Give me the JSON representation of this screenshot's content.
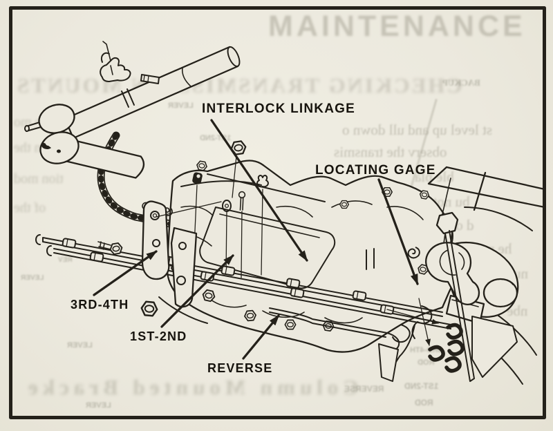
{
  "doc": {
    "colors": {
      "paper": "#ece9de",
      "ink": "#24211a",
      "bleed": "#a8a596"
    },
    "callouts": {
      "interlock_linkage": "INTERLOCK LINKAGE",
      "locating_gage": "LOCATING GAGE",
      "third_fourth": "3RD-4TH",
      "first_second": "1ST-2ND",
      "reverse": "REVERSE"
    },
    "bleedthrough": {
      "top_title": "MAINTENANCE",
      "section_heading": "CHECKING TRANSMISSION MOUNTS",
      "small_caption": "BACKUP",
      "bottom_heading": "Column  Mounted  Bracke",
      "paragraph_fragments": [
        {
          "text": "st  level up and  ull down o"
        },
        {
          "text": "observ   the transmis"
        },
        {
          "text": "ble  pla"
        },
        {
          "text": "bu  not  dow"
        },
        {
          "text": "d  of  there"
        },
        {
          "text": "he  mou"
        },
        {
          "text": "nu"
        },
        {
          "text": "nbé"
        }
      ],
      "margin_fragments": [
        {
          "text": "ne  mo"
        },
        {
          "text": "m   the"
        },
        {
          "text": "tion  mod"
        },
        {
          "text": "of  the"
        }
      ],
      "mirrored_labels": [
        {
          "text": "LEVER"
        },
        {
          "text": "1ST-2ND"
        },
        {
          "text": "REV"
        },
        {
          "text": "LEVER"
        },
        {
          "text": "LEVER"
        },
        {
          "text": "LEVER"
        },
        {
          "text": "3RD-4TH"
        },
        {
          "text": "ROD"
        },
        {
          "text": "REVERSE"
        },
        {
          "text": "1ST-2ND"
        },
        {
          "text": "ROD"
        }
      ]
    }
  }
}
